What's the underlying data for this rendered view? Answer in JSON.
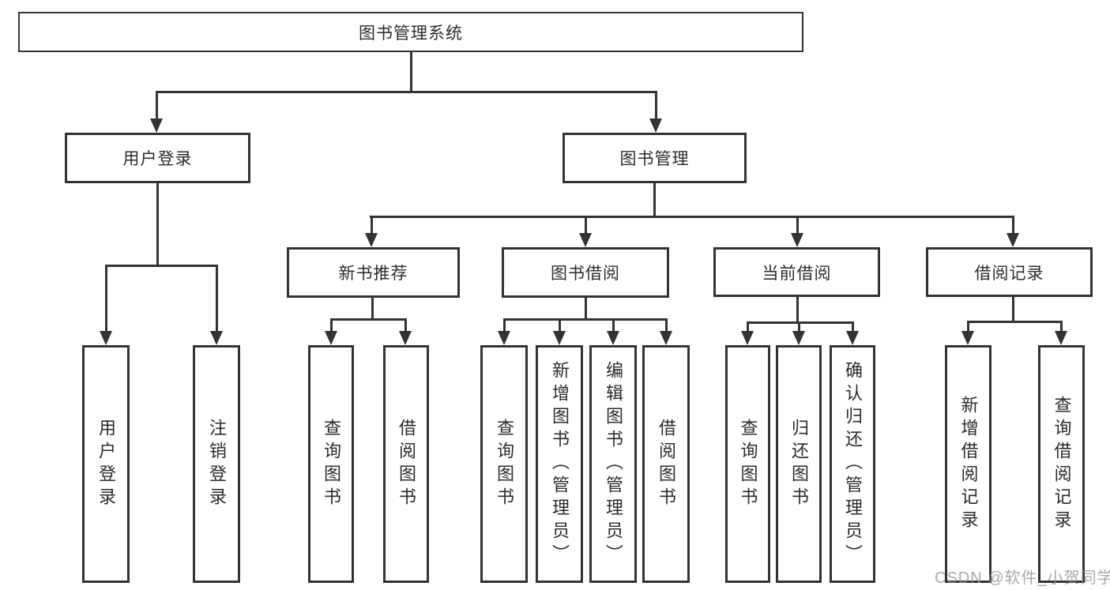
{
  "diagram": {
    "root": {
      "label": "图书管理系统"
    },
    "branches": [
      {
        "label": "用户登录",
        "children": [
          {
            "label": "用户登录"
          },
          {
            "label": "注销登录"
          }
        ]
      },
      {
        "label": "图书管理",
        "children": [
          {
            "label": "新书推荐",
            "children": [
              {
                "label": "查询图书"
              },
              {
                "label": "借阅图书"
              }
            ]
          },
          {
            "label": "图书借阅",
            "children": [
              {
                "label": "查询图书"
              },
              {
                "label": "新增图书（管理员）"
              },
              {
                "label": "编辑图书（管理员）"
              },
              {
                "label": "借阅图书"
              }
            ]
          },
          {
            "label": "当前借阅",
            "children": [
              {
                "label": "查询图书"
              },
              {
                "label": "归还图书"
              },
              {
                "label": "确认归还（管理员）"
              }
            ]
          },
          {
            "label": "借阅记录",
            "children": [
              {
                "label": "新增借阅记录"
              },
              {
                "label": "查询借阅记录"
              }
            ]
          }
        ]
      }
    ]
  },
  "watermark": {
    "text": "CSDN @软件_小贺同学"
  },
  "colors": {
    "line": "#333333",
    "text": "#2b2b2b",
    "background": "#ffffff",
    "watermark_gray": "#919191"
  }
}
